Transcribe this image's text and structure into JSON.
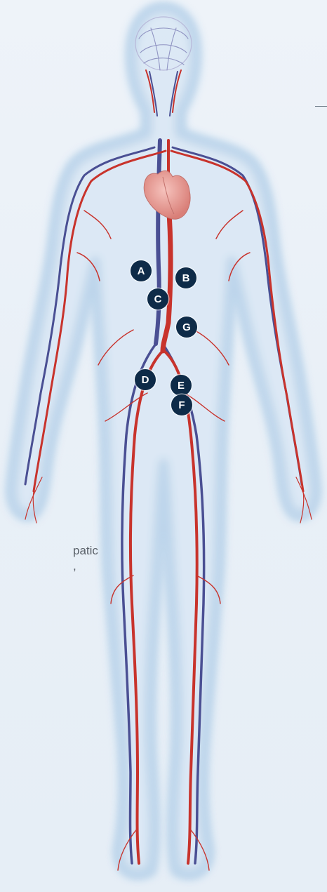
{
  "caption_fragments": [
    "patic",
    ","
  ],
  "markers": [
    "A",
    "B",
    "C",
    "D",
    "E",
    "F",
    "G"
  ],
  "colors": {
    "artery": "#c8332c",
    "vein": "#4a4f93",
    "body_halo": "#d6e6f4",
    "marker": "#0e2b48",
    "heart": "#f0a6a0"
  }
}
